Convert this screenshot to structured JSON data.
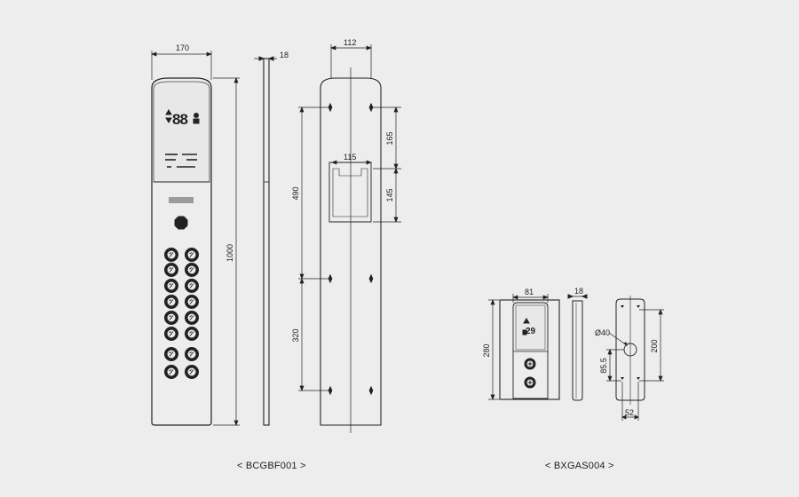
{
  "captions": {
    "left": "< BCGBF001 >",
    "right": "< BXGAS004 >"
  },
  "panel_main": {
    "dims": {
      "width": "170",
      "height": "1000",
      "depth": "18",
      "mount_width": "112",
      "mount_165": "165",
      "mount_115": "115",
      "mount_145": "145",
      "mount_490": "490",
      "mount_320": "320"
    },
    "display_text": "88"
  },
  "panel_small": {
    "dims": {
      "width": "81",
      "height": "280",
      "depth": "18",
      "hole": "Ø40",
      "height_200": "200",
      "offset": "85.5",
      "bottom": "52"
    },
    "display_text": "29"
  },
  "colors": {
    "background": "#ededed",
    "line": "#222222",
    "display": "#e8e8e8"
  }
}
